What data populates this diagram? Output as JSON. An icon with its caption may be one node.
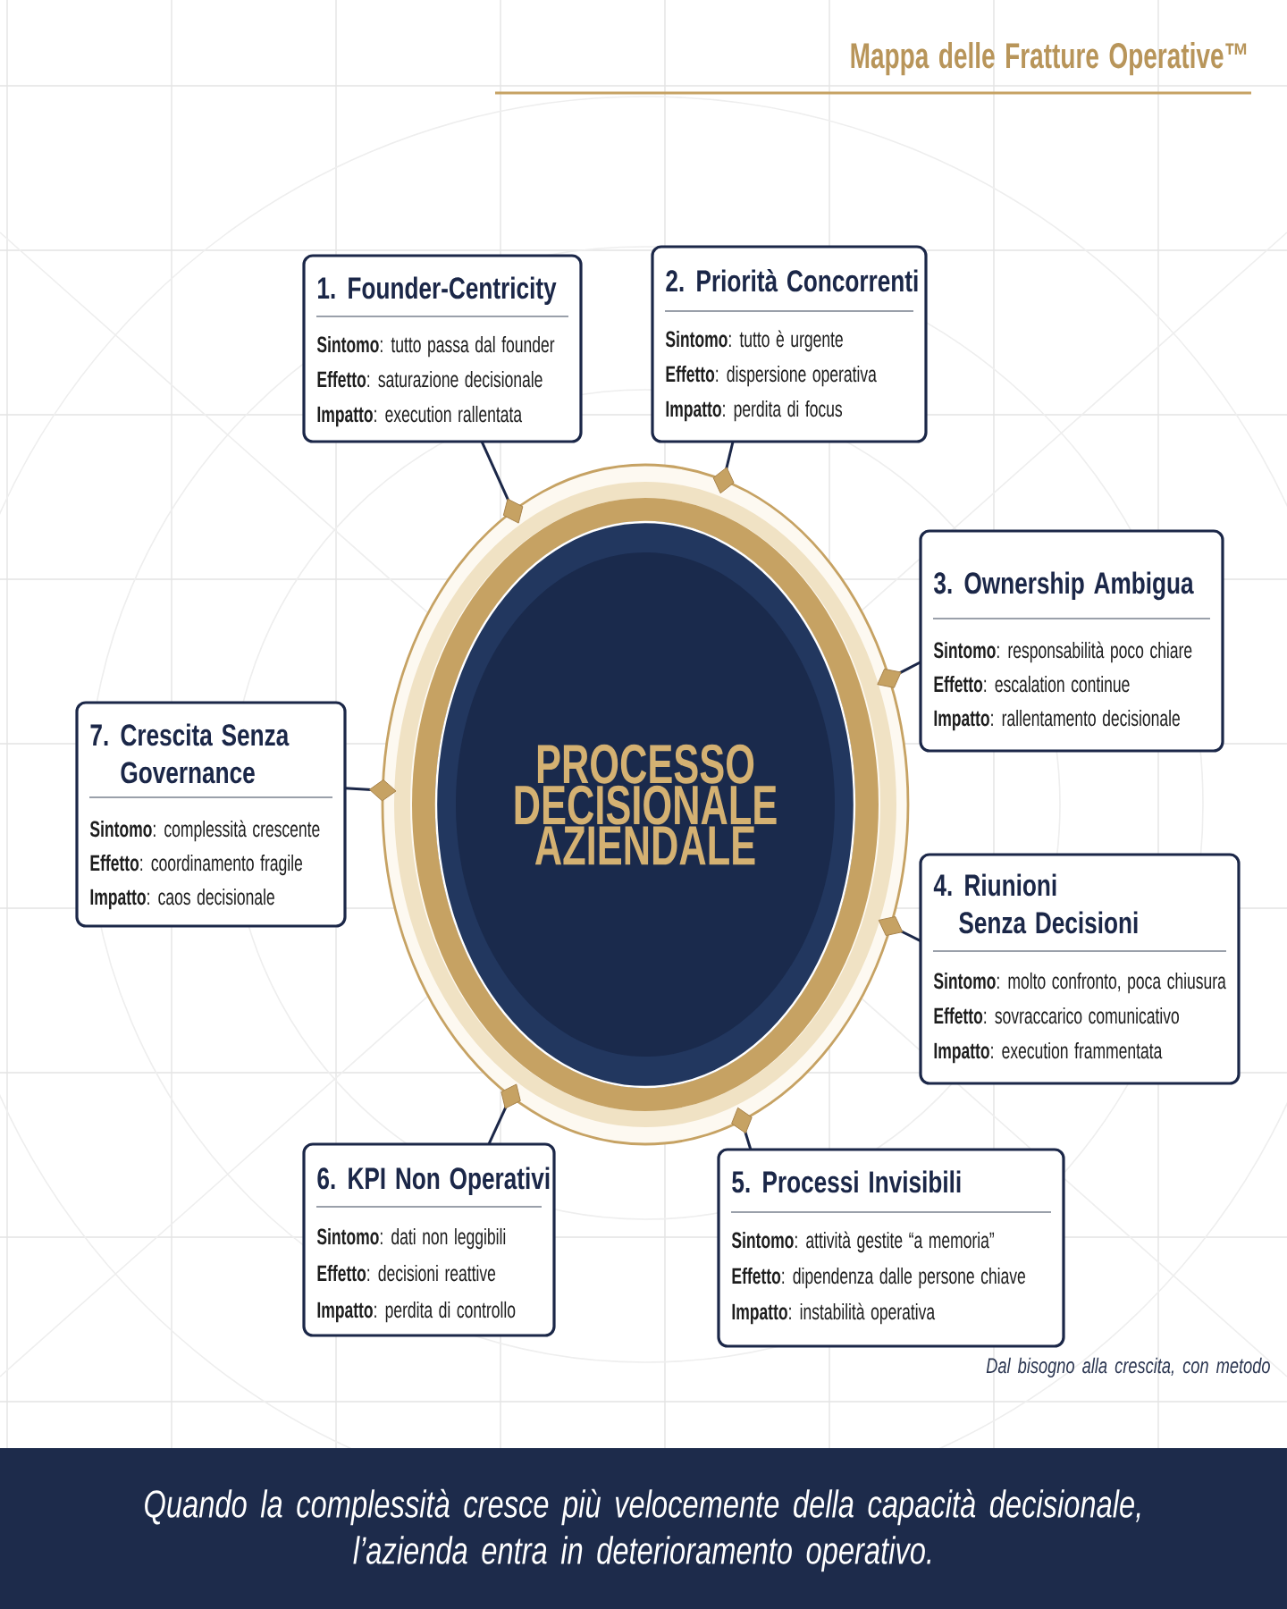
{
  "diagram": {
    "title": "Mappa delle Fratture Operative™",
    "caption": "Quando la complessità cresce più velocemente della capacità decisionale, l’azienda entra in deterioramento operativo.",
    "nodes": [
      {
        "text": [
          "PROCESSO DECISIONALE AZIENDALE"
        ]
      },
      {
        "text": [
          "1. Founder-Centricity",
          "**Sintomo**: tutto passa dal founder",
          "**Effetto**: saturazione decisionale",
          "**Impatto**: execution rallentata"
        ]
      },
      {
        "text": [
          "2. Priorità Concorrenti",
          "**Sintomo**: tutto è urgente",
          "**Effetto**: dispersione operativa",
          "**Impatto**: perdita di focus"
        ]
      },
      {
        "text": [
          "3. Ownership Ambigua",
          "**Sintomo**: responsabilità poco chiare",
          "**Effetto**: escalation continue",
          "**Impatto**: rallentamento decisionale"
        ]
      },
      {
        "text": [
          "4. Riunioni Senza Decisioni",
          "**Sintomo**: molto confronto, poca chiusura",
          "**Effetto**: sovraccarico comunicativo",
          "**Impatto**: execution frammentata"
        ]
      },
      {
        "text": [
          "5. Processi Invisibili",
          "**Sintomo**: attività gestite “a memoria”",
          "**Effetto**: dipendenza dalle persone chiave",
          "**Impatto**: instabilità operativa"
        ]
      },
      {
        "text": [
          "6. KPI Non Operativi",
          "**Sintomo**: dati non leggibili",
          "**Effetto**: decisioni reattive",
          "**Impatto**: perdita di controllo"
        ]
      },
      {
        "text": [
          "7. Crescita Senza Governance",
          "**Sintomo**: complessità crescente",
          "**Effetto**: coordinamento fragile",
          "**Impatto**: caos decisionale"
        ]
      }
    ],
    "edges": [
      {
        "from": 1,
        "to": 0,
        "arrow": "other"
      },
      {
        "from": 2,
        "to": 0,
        "arrow": "other"
      },
      {
        "from": 3,
        "to": 0,
        "arrow": "other"
      },
      {
        "from": 4,
        "to": 0,
        "arrow": "other"
      },
      {
        "from": 5,
        "to": 0,
        "arrow": "other"
      },
      {
        "from": 6,
        "to": 0,
        "arrow": "other"
      },
      {
        "from": 7,
        "to": 0,
        "arrow": "other"
      }
    ],
    "labels": [
      "Dal bisogno alla crescita, con metodo"
    ]
  }
}
